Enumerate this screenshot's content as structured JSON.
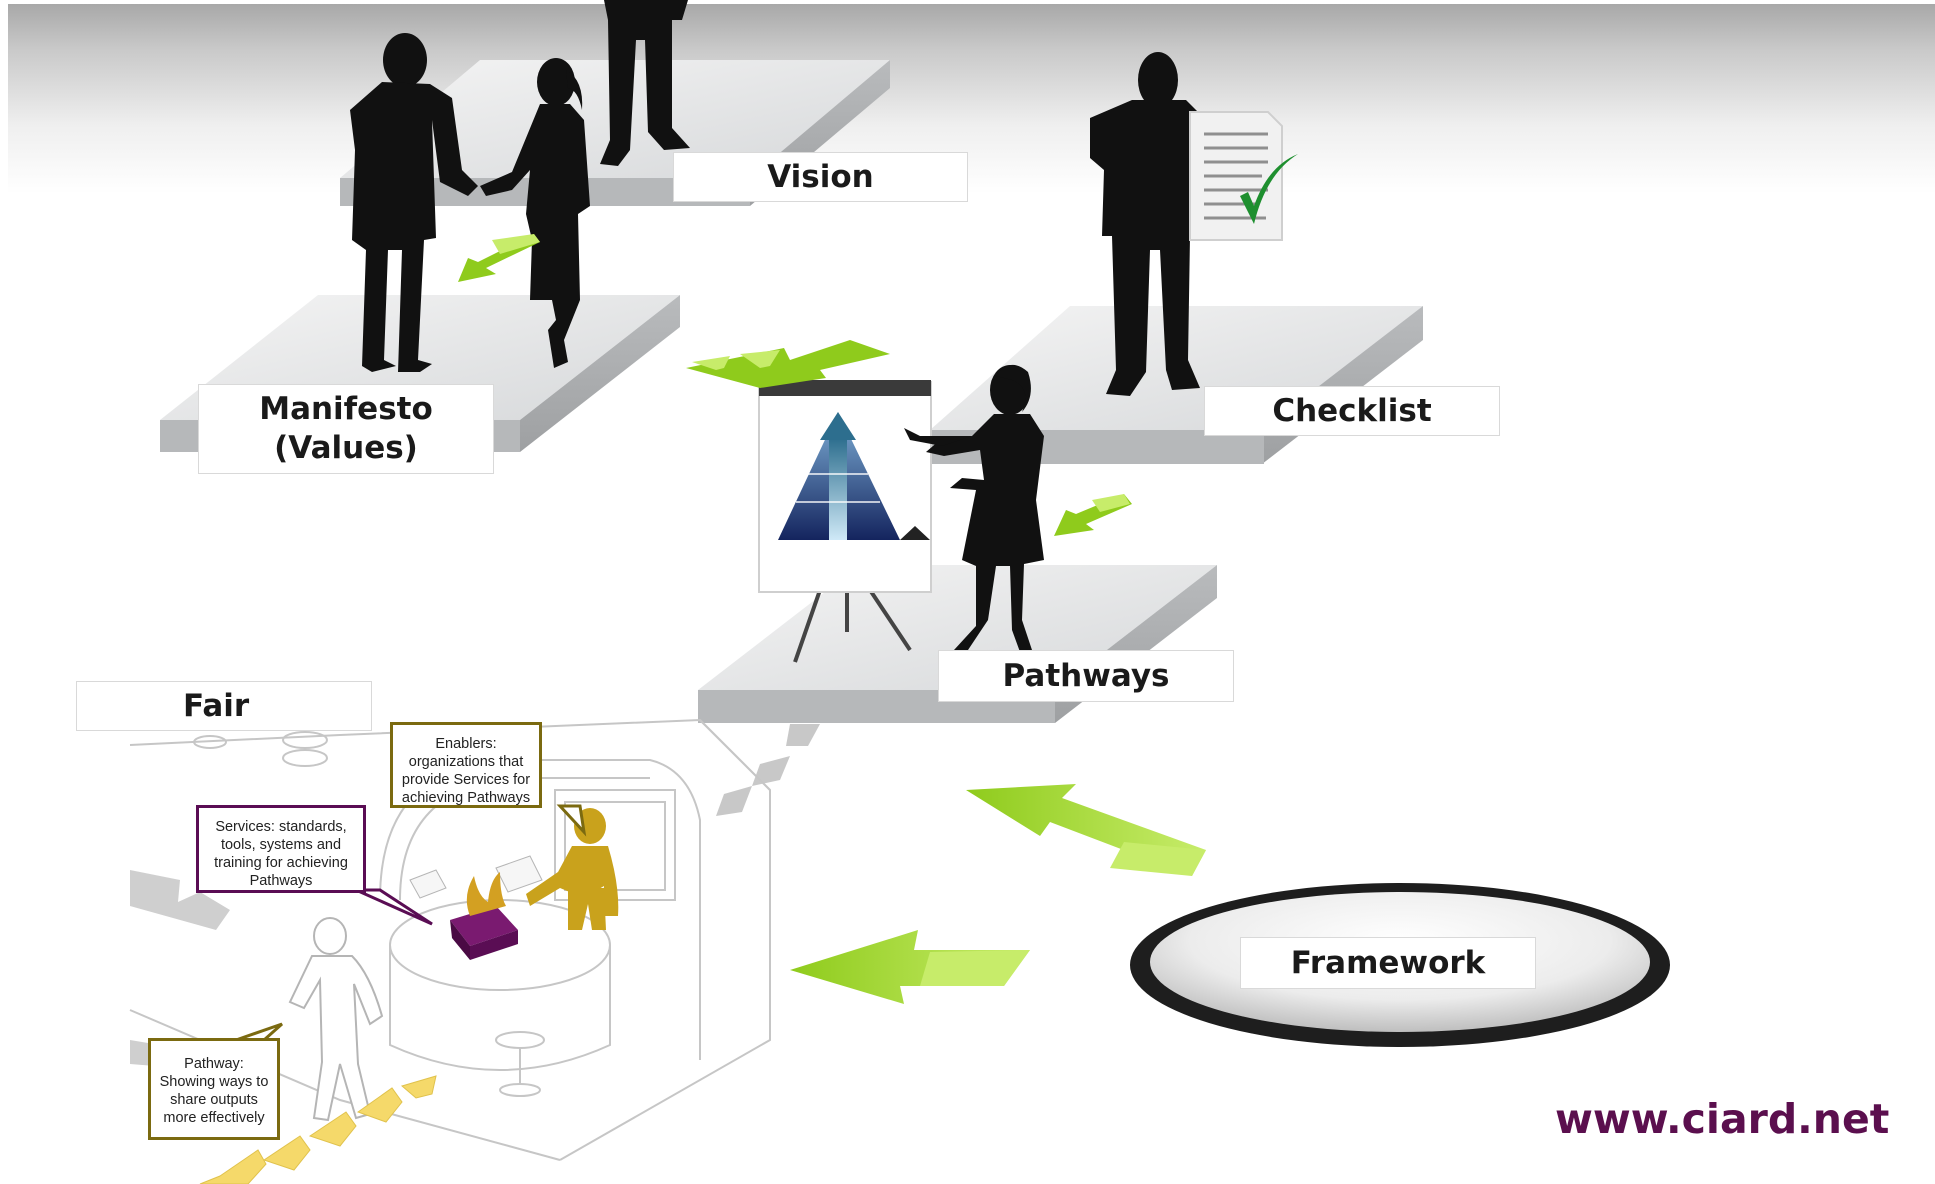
{
  "labels": {
    "vision": "Vision",
    "manifesto": "Manifesto\n(Values)",
    "checklist": "Checklist",
    "pathways": "Pathways",
    "fair": "Fair",
    "framework": "Framework"
  },
  "callouts": {
    "enablers": "Enablers:\norganizations that\nprovide Services for\nachieving Pathways",
    "services": "Services: standards,\ntools, systems and\ntraining for achieving\nPathways",
    "pathway": "Pathway:\nShowing ways to\nshare outputs\nmore effectively"
  },
  "website": "www.ciard.net",
  "colors": {
    "arrow_green": "#9ad22a",
    "arrow_green_light": "#c8ec6a",
    "silhouette": "#111111",
    "url_purple": "#5b0f4e",
    "callout_gold": "#7b6a10",
    "callout_purple": "#5a0d54",
    "enabler_figure": "#c9a21c",
    "box_purple": "#5a0d54",
    "pathway_arrow_yellow": "#f5d96a"
  },
  "icons": [
    "handshake-figures-icon",
    "standing-man-icon",
    "document-checkmark-icon",
    "presenter-woman-icon",
    "pyramid-flipchart-icon",
    "fair-booth-icon"
  ]
}
